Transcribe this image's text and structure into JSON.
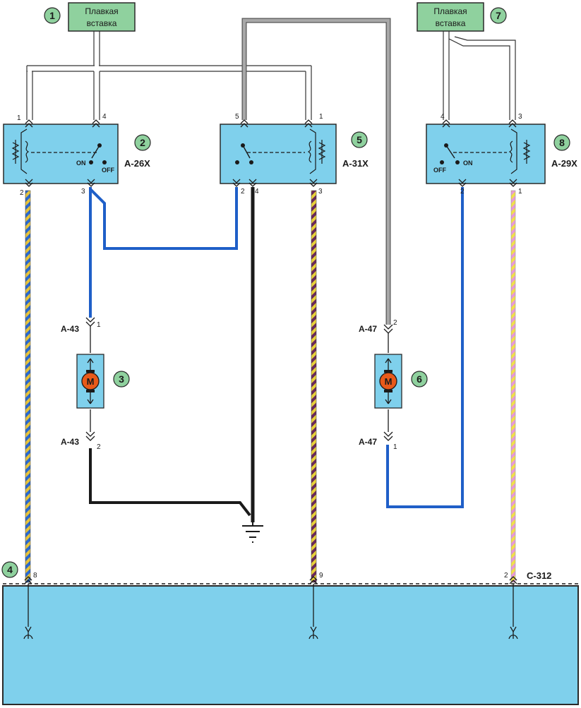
{
  "fuse_label_line1": "Плавкая",
  "fuse_label_line2": "вставка",
  "relays": {
    "left": {
      "name": "A-26X",
      "callout": "2",
      "pins": [
        "1",
        "4",
        "2",
        "3"
      ],
      "on": "ON",
      "off": "OFF"
    },
    "mid": {
      "name": "A-31X",
      "callout": "5",
      "pins": [
        "5",
        "1",
        "2",
        "4",
        "3"
      ]
    },
    "right": {
      "name": "A-29X",
      "callout": "8",
      "pins": [
        "4",
        "3",
        "2",
        "1"
      ],
      "on": "ON",
      "off": "OFF"
    }
  },
  "motors": {
    "left": {
      "callout": "3",
      "connector": "A-43",
      "pin_top": "1",
      "pin_bottom": "2",
      "symbol": "M"
    },
    "right": {
      "callout": "6",
      "connector": "A-47",
      "pin_top": "2",
      "pin_bottom": "1",
      "symbol": "M"
    }
  },
  "fuses": {
    "left_callout": "1",
    "right_callout": "7"
  },
  "control_unit": {
    "callout": "4",
    "connector": "C-312",
    "pins": [
      "8",
      "9",
      "2"
    ]
  },
  "colors": {
    "panel": "#7fd0ec",
    "callout_fill": "#8fd19e",
    "wire_blue": "#1f5fc8",
    "wire_black": "#1a1a1a",
    "wire_gray": "#9a9a9a",
    "motor": "#e85a1a"
  }
}
